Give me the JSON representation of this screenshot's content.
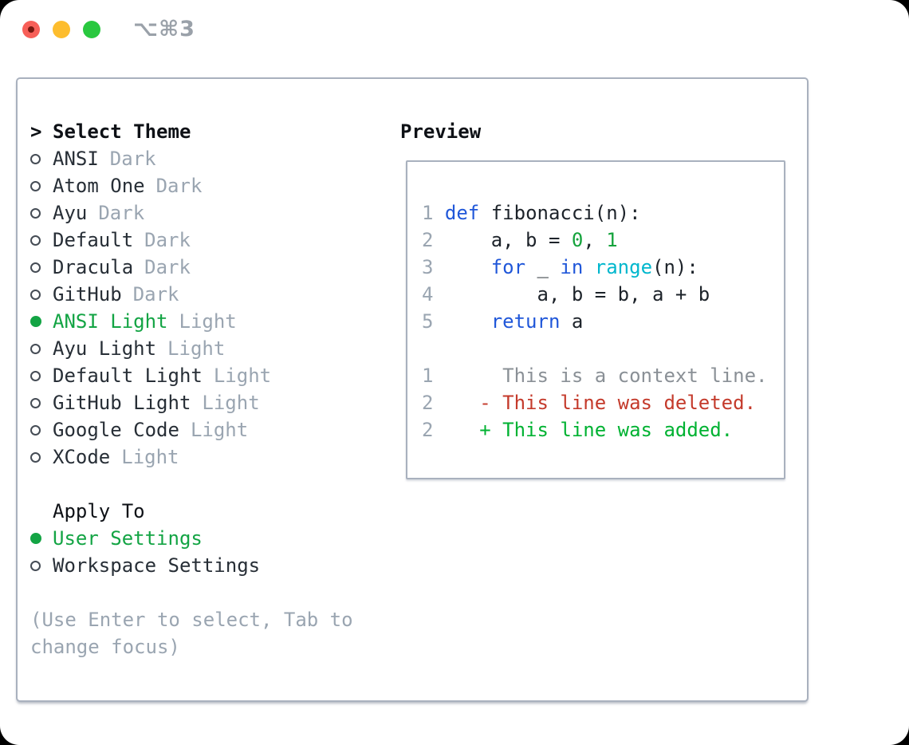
{
  "window": {
    "title_shortcut": "⌥⌘3"
  },
  "colors": {
    "header": "#0e1116",
    "text": "#272e36",
    "muted": "#9aa5b1",
    "accent": "#13a444",
    "radio": "#454c55",
    "border": "#a9b1be",
    "title": "#9aa1a9",
    "traffic_red": "#f75f58",
    "traffic_red_dot": "#77170f",
    "traffic_yellow": "#fdbd2e",
    "traffic_green": "#29c83f",
    "fg": "#1d232a",
    "num": "#9aa5b1",
    "kw": "#2057d9",
    "fn": "#00b7cd",
    "lit": "#15a33c",
    "ctx": "#8a9096",
    "del": "#c43a2b",
    "add": "#00b232"
  },
  "panel": {
    "select_theme": {
      "marker": ">",
      "header": "Select Theme",
      "themes": [
        {
          "name": "ANSI",
          "tag": "Dark",
          "selected": false
        },
        {
          "name": "Atom One",
          "tag": "Dark",
          "selected": false
        },
        {
          "name": "Ayu",
          "tag": "Dark",
          "selected": false
        },
        {
          "name": "Default",
          "tag": "Dark",
          "selected": false
        },
        {
          "name": "Dracula",
          "tag": "Dark",
          "selected": false
        },
        {
          "name": "GitHub",
          "tag": "Dark",
          "selected": false
        },
        {
          "name": "ANSI Light",
          "tag": "Light",
          "selected": true
        },
        {
          "name": "Ayu Light",
          "tag": "Light",
          "selected": false
        },
        {
          "name": "Default Light",
          "tag": "Light",
          "selected": false
        },
        {
          "name": "GitHub Light",
          "tag": "Light",
          "selected": false
        },
        {
          "name": "Google Code",
          "tag": "Light",
          "selected": false
        },
        {
          "name": "XCode",
          "tag": "Light",
          "selected": false
        }
      ]
    },
    "apply_to": {
      "header": "Apply To",
      "options": [
        {
          "name": "User Settings",
          "selected": true
        },
        {
          "name": "Workspace Settings",
          "selected": false
        }
      ]
    },
    "hint": "(Use Enter to select, Tab to change focus)",
    "preview": {
      "header": "Preview",
      "code_lines": [
        [
          {
            "t": "1 ",
            "c": "num"
          },
          {
            "t": "def",
            "c": "kw"
          },
          {
            "t": " fibonacci(n):",
            "c": "fg"
          }
        ],
        [
          {
            "t": "2 ",
            "c": "num"
          },
          {
            "t": "    a, b = ",
            "c": "fg"
          },
          {
            "t": "0",
            "c": "lit"
          },
          {
            "t": ", ",
            "c": "fg"
          },
          {
            "t": "1",
            "c": "lit"
          }
        ],
        [
          {
            "t": "3 ",
            "c": "num"
          },
          {
            "t": "    ",
            "c": "fg"
          },
          {
            "t": "for",
            "c": "kw"
          },
          {
            "t": " _ ",
            "c": "fg"
          },
          {
            "t": "in",
            "c": "kw"
          },
          {
            "t": " ",
            "c": "fg"
          },
          {
            "t": "range",
            "c": "fn"
          },
          {
            "t": "(n):",
            "c": "fg"
          }
        ],
        [
          {
            "t": "4 ",
            "c": "num"
          },
          {
            "t": "        a, b = b, a + b",
            "c": "fg"
          }
        ],
        [
          {
            "t": "5 ",
            "c": "num"
          },
          {
            "t": "    ",
            "c": "fg"
          },
          {
            "t": "return",
            "c": "kw"
          },
          {
            "t": " a",
            "c": "fg"
          }
        ]
      ],
      "diff_lines": [
        [
          {
            "t": "1",
            "c": "num"
          },
          {
            "t": "      This is a context line.",
            "c": "ctx"
          }
        ],
        [
          {
            "t": "2",
            "c": "num"
          },
          {
            "t": "    - This line was deleted.",
            "c": "del"
          }
        ],
        [
          {
            "t": "2",
            "c": "num"
          },
          {
            "t": "    + This line was added.",
            "c": "add"
          }
        ]
      ]
    }
  }
}
